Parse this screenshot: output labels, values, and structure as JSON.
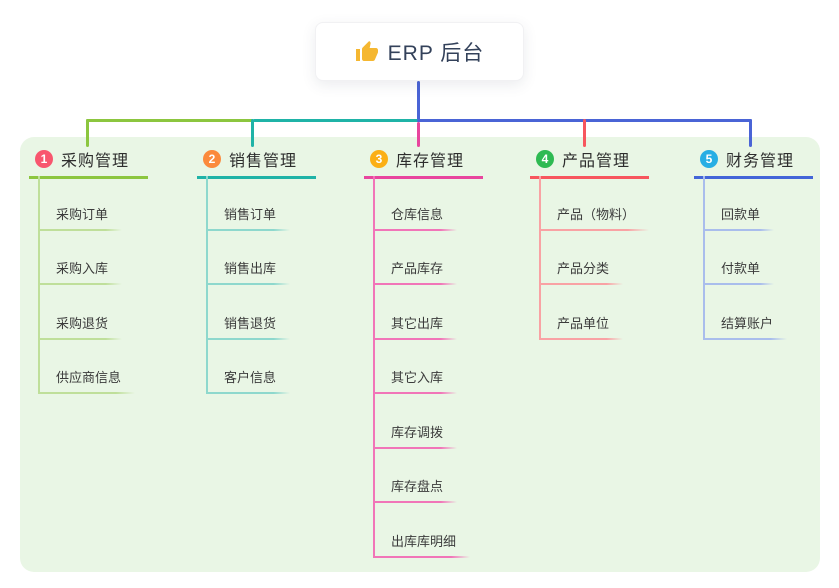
{
  "root": {
    "icon": "thumbs-up-icon",
    "label": "ERP 后台"
  },
  "branches": [
    {
      "index": "1",
      "title": "采购管理",
      "badge_color": "#f8566e",
      "line_color": "#8cc63f",
      "child_line_color": "#bfdf9a",
      "children": [
        "采购订单",
        "采购入库",
        "采购退货",
        "供应商信息"
      ]
    },
    {
      "index": "2",
      "title": "销售管理",
      "badge_color": "#fb8a3c",
      "line_color": "#1fb3a7",
      "child_line_color": "#8ed8cd",
      "children": [
        "销售订单",
        "销售出库",
        "销售退货",
        "客户信息"
      ]
    },
    {
      "index": "3",
      "title": "库存管理",
      "badge_color": "#fbaf15",
      "line_color": "#e8459e",
      "child_line_color": "#f175b8",
      "children": [
        "仓库信息",
        "产品库存",
        "其它出库",
        "其它入库",
        "库存调拨",
        "库存盘点",
        "出库库明细"
      ]
    },
    {
      "index": "4",
      "title": "产品管理",
      "badge_color": "#2eba52",
      "line_color": "#f7565e",
      "child_line_color": "#f9a2a4",
      "children": [
        "产品（物料）",
        "产品分类",
        "产品单位"
      ]
    },
    {
      "index": "5",
      "title": "财务管理",
      "badge_color": "#27aee4",
      "line_color": "#4365d8",
      "child_line_color": "#a9bdec",
      "children": [
        "回款单",
        "付款单",
        "结算账户"
      ]
    }
  ],
  "colors": {
    "canvas_bg": "#ffffff",
    "panel_bg": "#e9f6e5",
    "trunk_line": "#4a64d6",
    "root_text": "#33415a",
    "title_text": "#2d2d2d",
    "child_text": "#3b3b3b",
    "thumb_gold": "#f5b731"
  }
}
